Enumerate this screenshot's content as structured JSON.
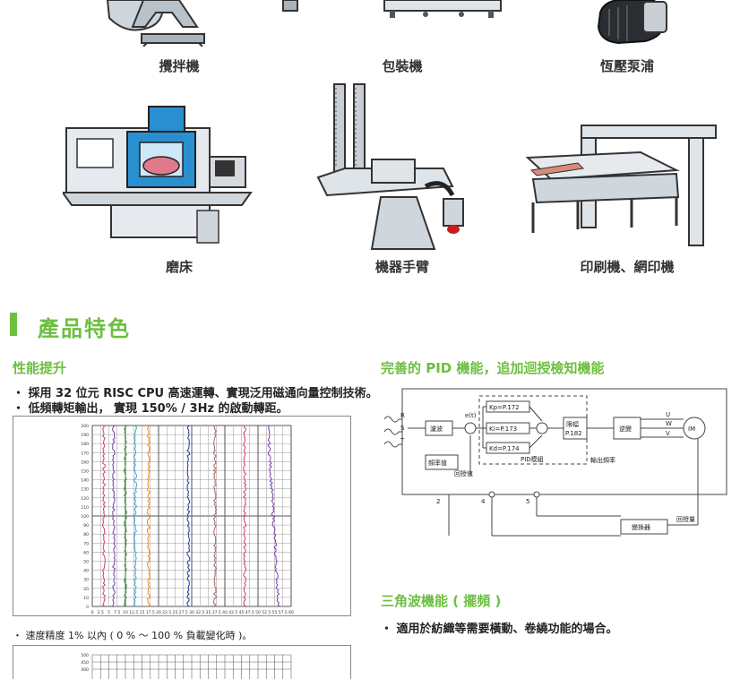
{
  "captions": {
    "mixer": "攪拌機",
    "packaging": "包裝機",
    "pump": "恆壓泵浦",
    "grinder": "磨床",
    "robot_arm": "機器手臂",
    "printer": "印刷機、網印機"
  },
  "section": {
    "title": "產品特色"
  },
  "left": {
    "heading": "性能提升",
    "bullets": [
      "採用 32 位元 RISC CPU 高速運轉、實現泛用磁通向量控制技術。",
      "低頻轉矩輸出， 實現 150% / 3Hz 的啟動轉距。"
    ],
    "speed_note": "速度精度 1% 以內 ( 0 % ～ 100 % 負載變化時 )。"
  },
  "right": {
    "pid_heading": "完善的 PID 機能，追加迴授檢知機能",
    "triangle_heading": "三角波機能 ( 擺頻 )",
    "triangle_bullet": "適用於紡織等需要橫動、卷繞功能的場合。"
  },
  "pid_diagram": {
    "inputs": [
      "R",
      "S",
      "T"
    ],
    "filter": "濾波",
    "freq_cmd": "頻率值",
    "feedback_value": "回授值",
    "error": "e(t)",
    "kp": "Kp=P.172",
    "ki": "Ki=P.173",
    "kd": "Kd=P.174",
    "pid_module": "PID模組",
    "limit_1": "限幅",
    "limit_2": "P.182",
    "inverter": "逆變",
    "output_freq": "輸出頻率",
    "outputs": [
      "U",
      "W",
      "V"
    ],
    "motor": "IM",
    "feedback_qty": "回授量",
    "transmitter": "變換器",
    "terminals": [
      "2",
      "4",
      "5"
    ]
  },
  "chart_data": [
    {
      "type": "line",
      "series_colors": [
        "#d33a6a",
        "#7a3fb0",
        "#3a9a3a",
        "#3aa0d8",
        "#f08a1a",
        "#2034a0",
        "#b06060"
      ],
      "x_ticks": [
        "0",
        "2.5",
        "5",
        "7.5",
        "10",
        "12.5",
        "15",
        "17.5",
        "20",
        "22.5",
        "25",
        "27.5",
        "30",
        "32.5",
        "35",
        "37.5",
        "40",
        "42.5",
        "45",
        "47.5",
        "50",
        "52.5",
        "55",
        "57.5",
        "60"
      ],
      "y_ticks": [
        "200",
        "190",
        "180",
        "170",
        "160",
        "150",
        "140",
        "130",
        "120",
        "110",
        "100",
        "90",
        "80",
        "70",
        "60",
        "50",
        "40",
        "30",
        "20",
        "10",
        "0"
      ],
      "series_x": [
        3.5,
        6.5,
        10,
        13,
        17,
        29,
        37,
        46,
        53
      ],
      "xlim": [
        0,
        60
      ],
      "ylim": [
        0,
        200
      ]
    },
    {
      "type": "line",
      "y_ticks": [
        "500",
        "450",
        "400"
      ],
      "ylim": [
        380,
        500
      ]
    }
  ]
}
